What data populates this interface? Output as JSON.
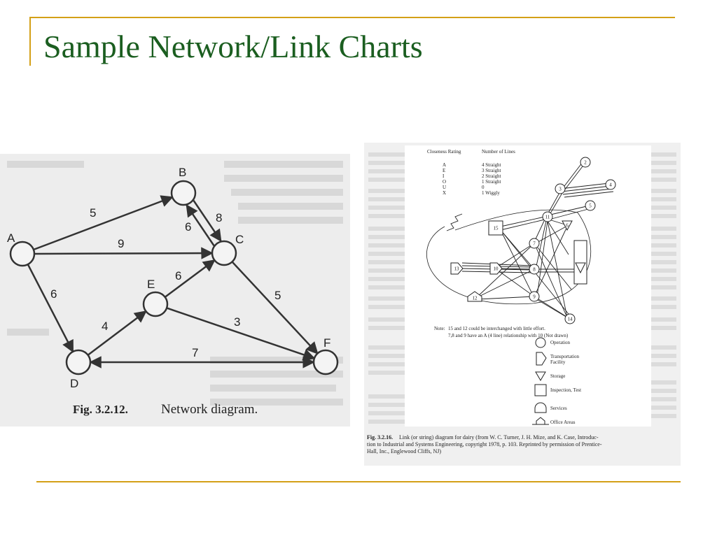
{
  "slide": {
    "title": "Sample Network/Link Charts"
  },
  "network_diagram": {
    "caption_number": "Fig. 3.2.12.",
    "caption_text": "Network diagram.",
    "nodes": [
      {
        "id": "A",
        "label": "A"
      },
      {
        "id": "B",
        "label": "B"
      },
      {
        "id": "C",
        "label": "C"
      },
      {
        "id": "D",
        "label": "D"
      },
      {
        "id": "E",
        "label": "E"
      },
      {
        "id": "F",
        "label": "F"
      }
    ],
    "edges": [
      {
        "from": "A",
        "to": "B",
        "weight": "5"
      },
      {
        "from": "A",
        "to": "C",
        "weight": "9"
      },
      {
        "from": "A",
        "to": "D",
        "weight": "6"
      },
      {
        "from": "B",
        "to": "C",
        "weight": "6"
      },
      {
        "from": "C",
        "to": "B",
        "weight": "8"
      },
      {
        "from": "E",
        "to": "C",
        "weight": "6"
      },
      {
        "from": "D",
        "to": "E",
        "weight": "4"
      },
      {
        "from": "E",
        "to": "F",
        "weight": "3"
      },
      {
        "from": "C",
        "to": "F",
        "weight": "5"
      },
      {
        "from": "D",
        "to": "F",
        "weight": "7"
      }
    ]
  },
  "link_diagram": {
    "legend_header_rating": "Closeness Rating",
    "legend_header_lines": "Number of Lines",
    "legend_rows": [
      {
        "rating": "A",
        "lines": "4 Straight"
      },
      {
        "rating": "E",
        "lines": "3 Straight"
      },
      {
        "rating": "I",
        "lines": "2 Straight"
      },
      {
        "rating": "O",
        "lines": "1 Straight"
      },
      {
        "rating": "U",
        "lines": "0"
      },
      {
        "rating": "X",
        "lines": "1 Wiggly"
      }
    ],
    "nodes": [
      "2",
      "3",
      "4",
      "5",
      "11",
      "15",
      "6",
      "7",
      "8",
      "10",
      "13",
      "12",
      "9",
      "14"
    ],
    "note_label": "Note:",
    "note_line1": "15 and 12 could be interchanged with little effort.",
    "note_line2": "7,8 and 9 have an A (4 line) relationship with 10 (Not drawn)",
    "symbol_legend": [
      {
        "icon": "circle",
        "label": "Operation"
      },
      {
        "icon": "arrow",
        "label": "Transportation"
      },
      {
        "icon": "arrow",
        "label": "Facility"
      },
      {
        "icon": "triangle",
        "label": "Storage"
      },
      {
        "icon": "square",
        "label": "Inspection, Test"
      },
      {
        "icon": "arch",
        "label": "Services"
      },
      {
        "icon": "house",
        "label": "Office Areas"
      }
    ],
    "caption_bold": "Fig. 3.2.16.",
    "caption_line1": "Link (or string) diagram for dairy (from W. C. Turner, J. H. Mize, and K. Case, Introduc-",
    "caption_line2": "tion to Industrial and Systems Engineering, copyright 1978, p. 103. Reprinted by permission of Prentice-",
    "caption_line3": "Hall, Inc., Englewood Cliffs, NJ)"
  },
  "colors": {
    "title": "#1b5e20",
    "rule": "#d4a017"
  }
}
